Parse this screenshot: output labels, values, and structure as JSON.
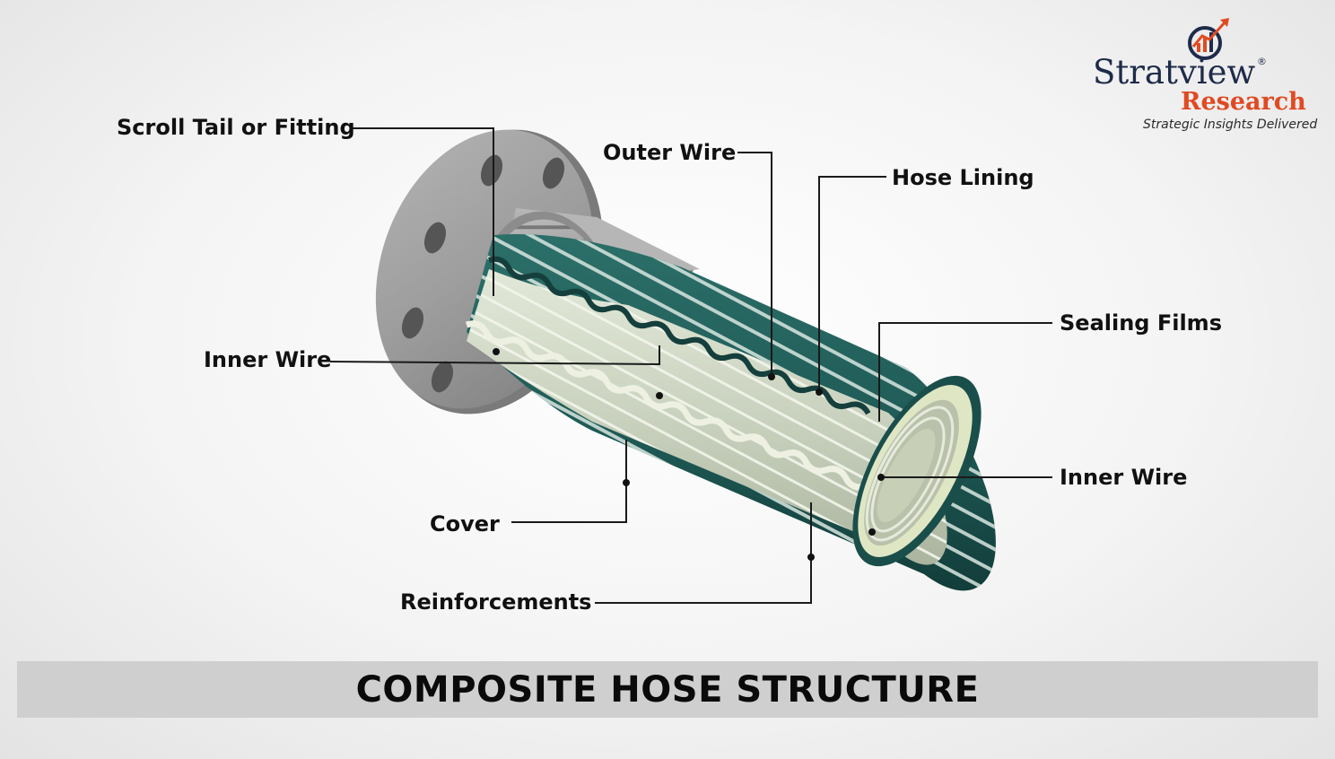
{
  "title": "COMPOSITE HOSE STRUCTURE",
  "logo": {
    "name": "Stratview",
    "research": "Research",
    "registered": "®",
    "tagline": "Strategic Insights Delivered",
    "icon": "magnifier-growth-chart-icon"
  },
  "labels": {
    "scroll_tail": "Scroll Tail or Fitting",
    "outer_wire": "Outer Wire",
    "hose_lining": "Hose Lining",
    "sealing_films": "Sealing Films",
    "inner_wire_left": "Inner Wire",
    "inner_wire_right": "Inner Wire",
    "cover": "Cover",
    "reinforcements": "Reinforcements"
  },
  "colors": {
    "cover_green": "#1f5a56",
    "cover_stripe": "#d9e7df",
    "lining_cream": "#dde6c2",
    "wire_grey": "#8a8a8a",
    "flange_grey": "#9a9a9a",
    "brand_navy": "#1e2b4a",
    "brand_orange": "#e04a22",
    "title_band": "#cfcfcf"
  }
}
